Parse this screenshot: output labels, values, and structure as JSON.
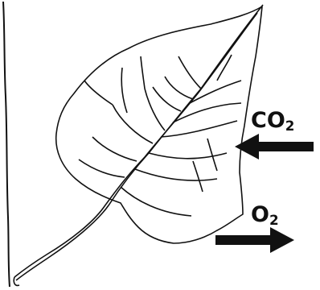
{
  "labels": {
    "co2": {
      "main": "CO",
      "sub": "2"
    },
    "o2": {
      "main": "O",
      "sub": "2"
    }
  },
  "colors": {
    "ink": "#111111",
    "background": "#ffffff"
  },
  "icons": [
    "leaf-icon",
    "arrow-right-icon",
    "arrow-left-icon"
  ]
}
